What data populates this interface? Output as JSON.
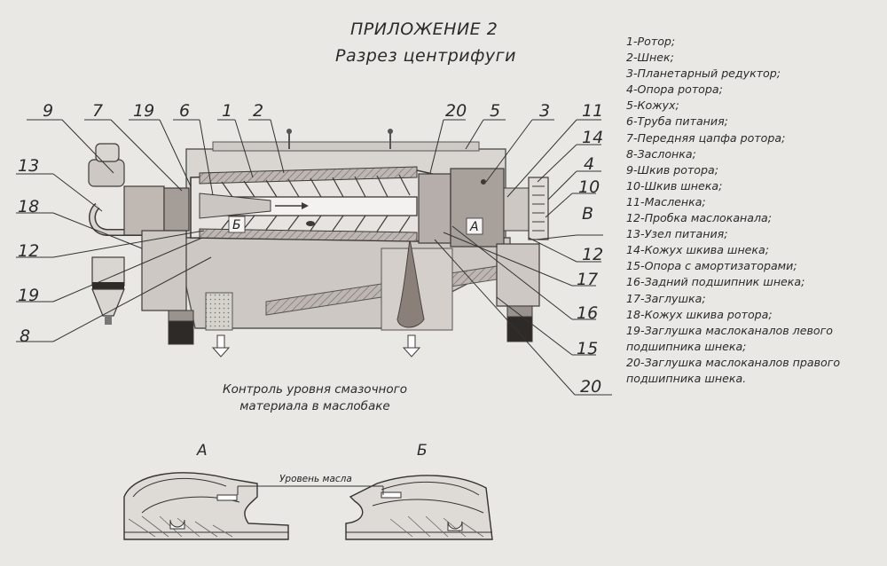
{
  "title": "ПРИЛОЖЕНИЕ 2",
  "subtitle": "Разрез центрифуги",
  "legend": [
    "1-Ротор;",
    "2-Шнек;",
    "3-Планетарный редуктор;",
    "4-Опора ротора;",
    "5-Кожух;",
    "6-Труба питания;",
    "7-Передняя цапфа ротора;",
    "8-Заслонка;",
    "9-Шкив ротора;",
    "10-Шкив шнека;",
    "11-Масленка;",
    "12-Пробка маслоканала;",
    "13-Узел питания;",
    "14-Кожух шкива шнека;",
    "15-Опора с амортизаторами;",
    "16-Задний подшипник шнека;",
    "17-Заглушка;",
    "18-Кожух шкива ротора;",
    "19-Заглушка маслоканалов левого",
    "подшипника шнека;",
    "20-Заглушка маслоканалов правого",
    "подшипника шнека."
  ],
  "callouts": {
    "n9": "9",
    "n7": "7",
    "n19_top": "19",
    "n6": "6",
    "n1": "1",
    "n2": "2",
    "n20_top": "20",
    "n5": "5",
    "n3": "3",
    "n11": "11",
    "n14": "14",
    "n4": "4",
    "n10": "10",
    "nB_right": "В",
    "n13": "13",
    "n18": "18",
    "n12_left": "12",
    "n19_left": "19",
    "n8": "8",
    "n12_right": "12",
    "n17": "17",
    "n16": "16",
    "n15": "15",
    "n20_bottom": "20"
  },
  "inner_labels": {
    "b": "Б",
    "a": "А"
  },
  "caption_line1": "Контроль уровня смазочного",
  "caption_line2": "материала в маслобаке",
  "views": {
    "a": "А",
    "b": "Б",
    "oil_level": "Уровень масла"
  }
}
